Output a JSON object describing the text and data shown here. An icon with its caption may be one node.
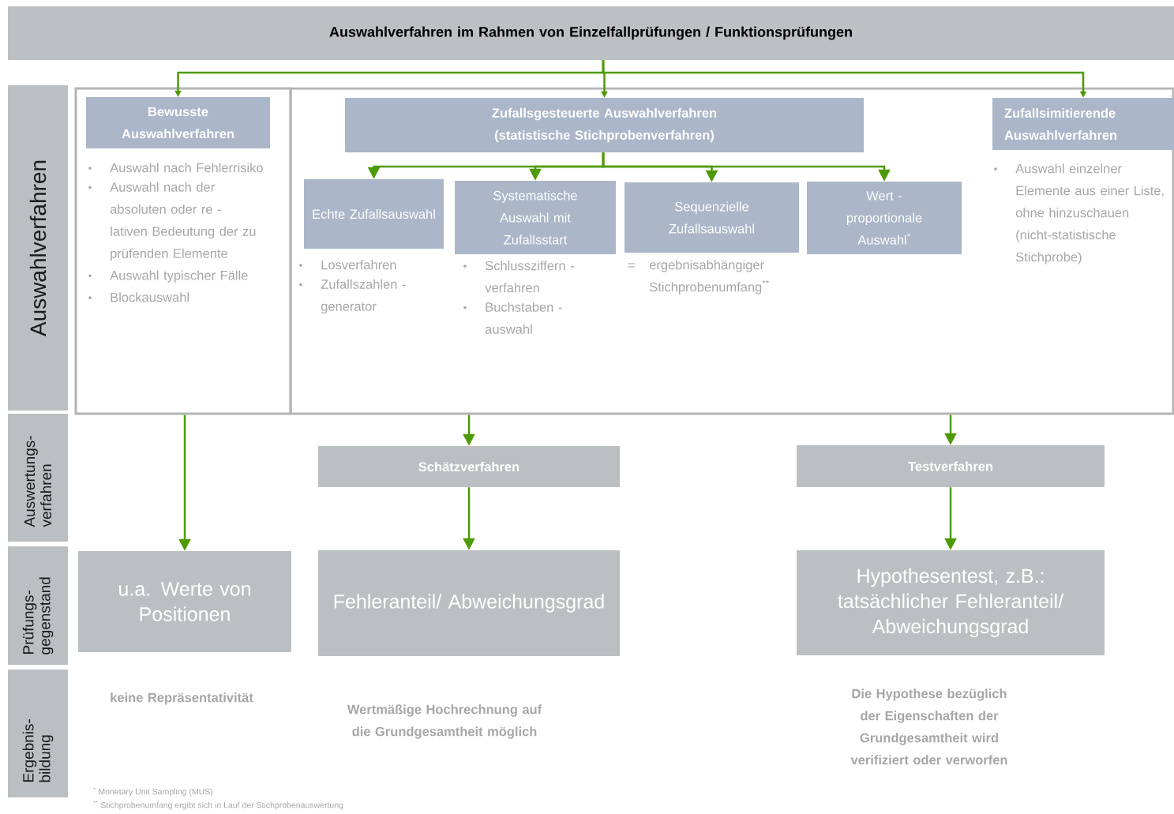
{
  "diagram": {
    "nodes": [
      {
        "text": [
          "Auswahlverfahren im Rahmen von Einzelfallprüfungen / Funktionsprüfungen"
        ]
      },
      {
        "text": [],
        "shape": "box"
      },
      {
        "text": [
          "Bewusste Auswahlverfahren"
        ],
        "in": 1,
        "beside": [
          "Auswahl nach Fehlerrisiko",
          "Auswahl nach der absoluten oder re - lativen Bedeutung der zu prüfenden Elemente",
          "Auswahl typischer Fälle",
          "Blockauswahl"
        ]
      },
      {
        "text": [],
        "shape": "box"
      },
      {
        "text": [
          "Zufallsgesteuerte Auswahlverfahren (statistische Stichprobenverfahren)"
        ],
        "in": 3
      },
      {
        "text": [
          "Echte Zufallsauswahl"
        ],
        "in": 3,
        "beside": [
          "Losverfahren",
          "Zufallszahlen - generator"
        ]
      },
      {
        "text": [
          "Systematische Auswahl mit Zufallsstart"
        ],
        "in": 3,
        "beside": [
          "Schlussziffern - verfahren",
          "Buchstaben - auswahl"
        ]
      },
      {
        "text": [
          "Sequenzielle Zufallsauswahl"
        ],
        "in": 3,
        "beside": [
          "ergebnisabhängiger Stichprobenumfang$^{**}$"
        ]
      },
      {
        "text": [
          "Wert - proportionale Auswahl$^{*}$"
        ],
        "in": 3
      },
      {
        "text": [
          "Zufallsimitierende Auswahlverfahren"
        ],
        "in": 3,
        "beside": [
          "Auswahl einzelner Elemente aus einer Liste, ohne hinzuschauen (nicht-statistische Stichprobe)"
        ]
      },
      {
        "text": [
          "Schätzverfahren"
        ]
      },
      {
        "text": [
          "Testverfahren"
        ]
      },
      {
        "text": [
          "u.a. Werte von Positionen"
        ],
        "beside": [
          "keine Repräsentativität"
        ]
      },
      {
        "text": [
          "Fehleranteil/ Abweichungsgrad"
        ],
        "beside": [
          "Wertmäßige Hochrechnung auf die Grundgesamtheit möglich"
        ]
      },
      {
        "text": [
          "Hypothesentest, z.B.: tatsächlicher Fehleranteil/ Abweichungsgrad"
        ],
        "beside": [
          "Die Hypothese bezüglich der Eigenschaften der Grundgesamtheit wird verifiziert oder verworfen"
        ]
      },
      {
        "text": [
          "Auswahlverfahren"
        ]
      },
      {
        "text": [
          "Auswertungs- verfahren"
        ]
      },
      {
        "text": [
          "Prüfungs- gegenstand"
        ]
      },
      {
        "text": [
          "Ergebnis- bildung"
        ]
      }
    ],
    "edges": [
      {
        "from": 0,
        "to": 2,
        "arrow": "to"
      },
      {
        "from": 0,
        "to": 4,
        "arrow": "to"
      },
      {
        "from": 0,
        "to": 9,
        "arrow": "to"
      },
      {
        "from": 4,
        "to": 5,
        "arrow": "to"
      },
      {
        "from": 4,
        "to": 6,
        "arrow": "to"
      },
      {
        "from": 4,
        "to": 7,
        "arrow": "to"
      },
      {
        "from": 4,
        "to": 8,
        "arrow": "to"
      },
      {
        "from": 1,
        "to": 12,
        "arrow": "to"
      },
      {
        "from": 3,
        "to": 10,
        "arrow": "to"
      },
      {
        "from": 3,
        "to": 11,
        "arrow": "to"
      },
      {
        "from": 10,
        "to": 13,
        "arrow": "to"
      },
      {
        "from": 11,
        "to": 14,
        "arrow": "to"
      }
    ],
    "labels": [
      "$^{*}$ Monetary Unit Sampling (MUS)",
      "$^{**}$ Stichprobenumfang ergibt sich in Lauf der Stichprobenauswertung"
    ]
  }
}
